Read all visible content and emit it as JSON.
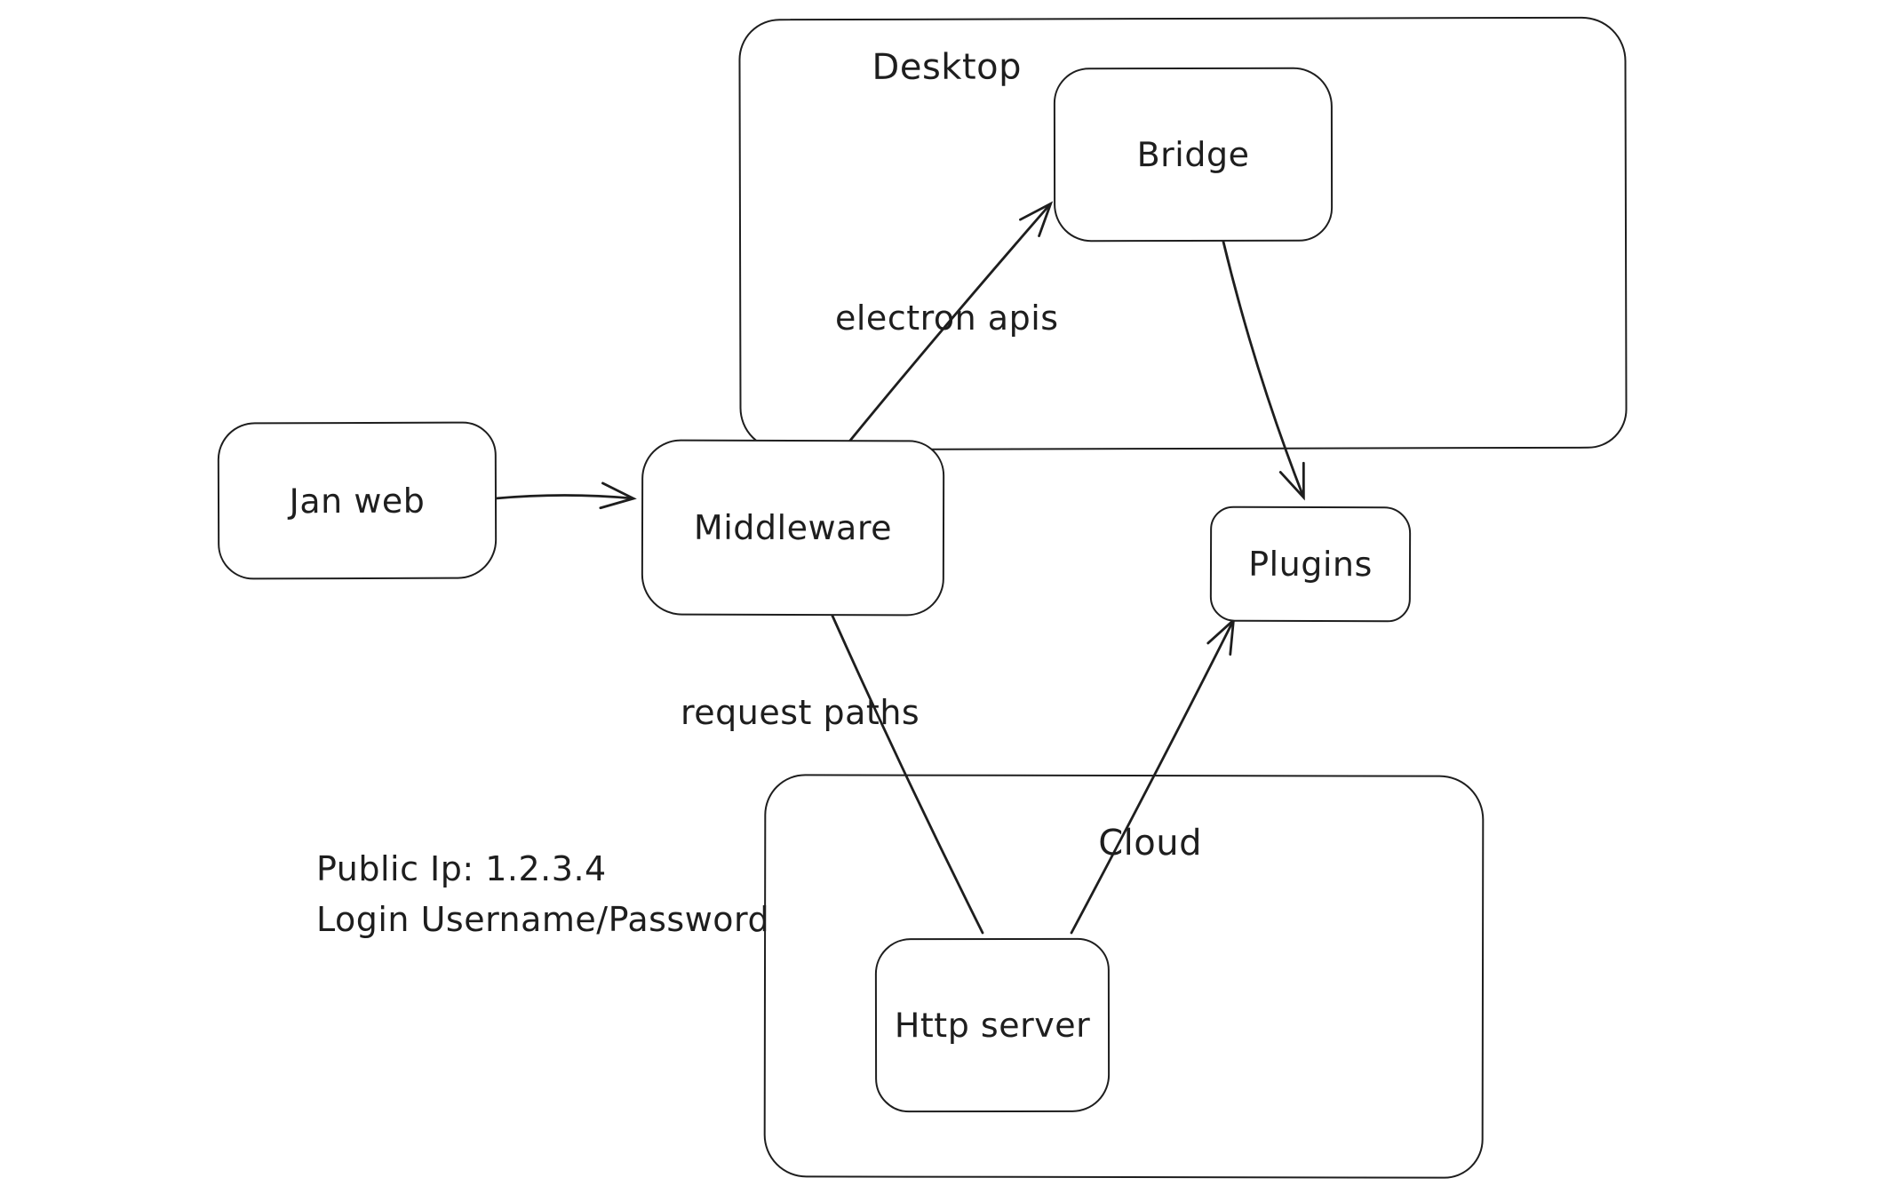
{
  "diagram": {
    "colors": {
      "stroke": "#1e1e1e",
      "background": "#ffffff"
    },
    "containers": [
      {
        "id": "desktop",
        "label": "Desktop"
      },
      {
        "id": "cloud",
        "label": "Cloud"
      }
    ],
    "nodes": [
      {
        "id": "jan-web",
        "label": "Jan web"
      },
      {
        "id": "middleware",
        "label": "Middleware"
      },
      {
        "id": "bridge",
        "label": "Bridge"
      },
      {
        "id": "plugins",
        "label": "Plugins"
      },
      {
        "id": "http-server",
        "label": "Http server"
      }
    ],
    "edges": [
      {
        "from": "jan-web",
        "to": "middleware",
        "label": ""
      },
      {
        "from": "middleware",
        "to": "bridge",
        "label": "electron apis"
      },
      {
        "from": "bridge",
        "to": "plugins",
        "label": ""
      },
      {
        "from": "middleware",
        "to": "http-server",
        "label": "request paths"
      },
      {
        "from": "http-server",
        "to": "plugins",
        "label": ""
      }
    ],
    "annotations": [
      "Public Ip: 1.2.3.4",
      "Login Username/Password"
    ]
  }
}
